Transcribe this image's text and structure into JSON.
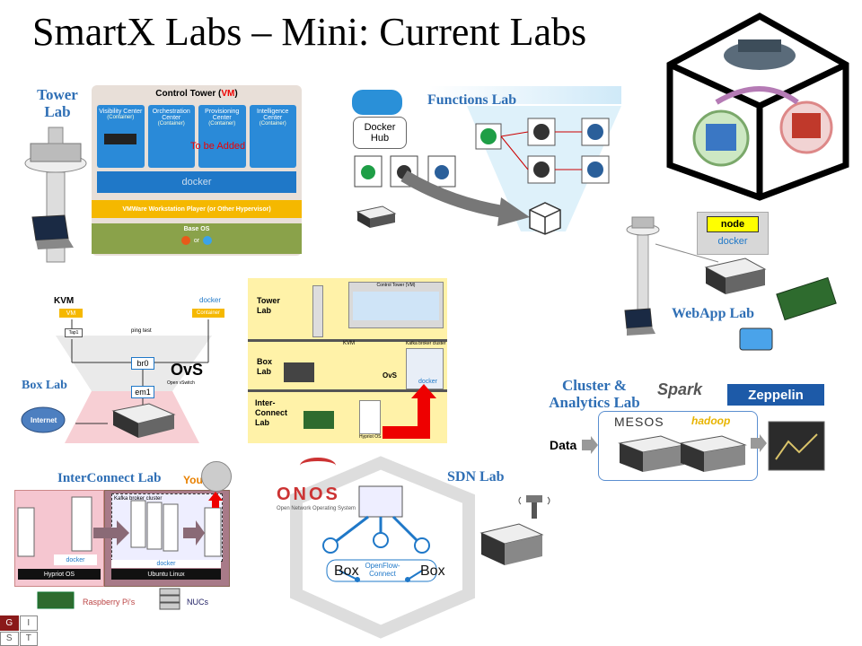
{
  "title": "SmartX Labs – Mini: Current Labs",
  "tower_lab": {
    "title": "Tower Lab",
    "control_tower_prefix": "Control Tower (",
    "control_tower_vm": "VM",
    "control_tower_suffix": ")",
    "centers": [
      {
        "name": "Visibility Center",
        "tag": "(Container)"
      },
      {
        "name": "Orchestration Center",
        "tag": "(Container)"
      },
      {
        "name": "Provisioning Center",
        "tag": "(Container)"
      },
      {
        "name": "Intelligence Center",
        "tag": "(Container)"
      }
    ],
    "to_be_added": "To be Added",
    "docker": "docker",
    "hypervisor": "VMWare Workstation Player (or Other Hypervisor)",
    "base_os": "Base OS",
    "or": "or"
  },
  "functions_lab": {
    "title": "Functions Lab",
    "docker_hub": "Docker Hub"
  },
  "webapp_lab": {
    "title": "WebApp Lab",
    "node": "node",
    "docker": "docker"
  },
  "box_lab": {
    "title": "Box Lab",
    "kvm": "KVM",
    "vm": "VM",
    "docker": "docker",
    "container": "Container",
    "ping_test": "ping test",
    "tap": "Tap1",
    "br0": "br0",
    "em1": "em1",
    "ovs": "OvS",
    "ovs_sub": "Open vSwitch",
    "internet": "Internet"
  },
  "overview": {
    "tower_lab": "Tower Lab",
    "box_lab": "Box Lab",
    "interconnect_lab": "Inter-Connect Lab",
    "control_tower": "Control Tower (VM)",
    "kvm": "KVM",
    "kafka": "Kafka broker cluster",
    "ovs": "OvS",
    "docker": "docker",
    "hypriot": "Hypriot OS"
  },
  "cluster_lab": {
    "title": "Cluster & Analytics Lab",
    "spark": "Spark",
    "zeppelin": "Zeppelin",
    "mesos": "MESOS",
    "hadoop": "hadoop",
    "data": "Data"
  },
  "interconnect_lab": {
    "title": "InterConnect Lab",
    "you": "You",
    "kafka": "Kafka broker cluster",
    "hypriot": "Hypriot OS",
    "ubuntu": "Ubuntu Linux",
    "docker": "docker",
    "raspberry": "Raspberry Pi's",
    "nucs": "NUCs"
  },
  "sdn_lab": {
    "title": "SDN Lab",
    "onos": "ONOS",
    "onos_sub": "Open Network Operating System",
    "openflow": "OpenFlow-Connect",
    "box": "Box"
  },
  "logo": {
    "letters": [
      "G",
      "I",
      "S",
      "T"
    ]
  },
  "colors": {
    "lab_title": "#2f6fb5",
    "docker_blue": "#1f78c8",
    "container_blue": "#2a8ad8",
    "hypervisor_yellow": "#f5b800",
    "base_os_green": "#8aa24a"
  }
}
